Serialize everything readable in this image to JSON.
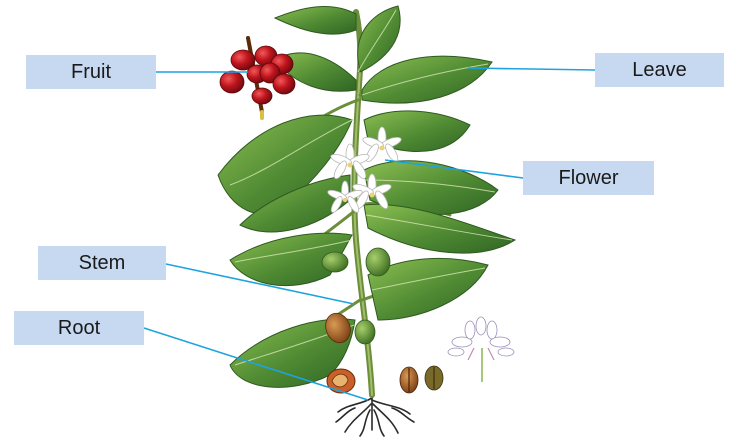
{
  "labels": {
    "fruit": "Fruit",
    "leave": "Leave",
    "flower": "Flower",
    "stem": "Stem",
    "root": "Root"
  },
  "colors": {
    "label_fill": "#c6d9f1",
    "leader_line": "#1fa2e0",
    "leaf_dark": "#3f7a2c",
    "leaf_light": "#7fb04a",
    "cherry_red": "#b3121c",
    "bean_brown": "#a8612a",
    "flower_white": "#ffffff"
  }
}
